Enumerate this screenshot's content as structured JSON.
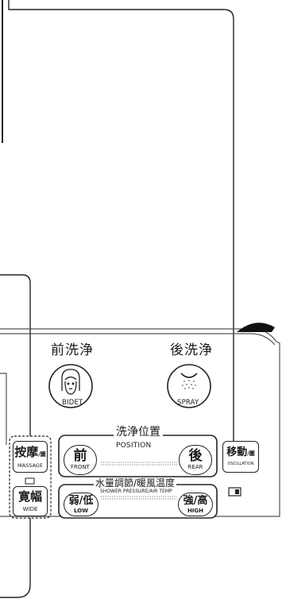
{
  "panel": {
    "bidet_title": "前洗浄",
    "spray_title": "後洗浄",
    "bidet_label": "BIDET",
    "spray_label": "SPRAY",
    "position_title": "洗浄位置",
    "position_en": "POSITION",
    "front_jp": "前",
    "front_en": "FRONT",
    "rear_jp": "後",
    "rear_en": "REAR",
    "pressure_title": "水量調節/暖風温度",
    "pressure_en": "SHOWER PRESSURE/AIR TEMP",
    "low_jp": "弱/低",
    "low_en": "LOW",
    "high_jp": "強/高",
    "high_en": "HIGH",
    "massage_jp": "按摩",
    "massage_small": "/圖",
    "massage_en": "MASSAGE",
    "wide_jp": "寛幅",
    "wide_en": "WIDE",
    "oscillation_jp": "移動",
    "oscillation_small": "/圖",
    "oscillation_en": "OSCILLATION"
  },
  "colors": {
    "line": "#222222",
    "panel_edge": "#555555",
    "dots": "#777777"
  }
}
